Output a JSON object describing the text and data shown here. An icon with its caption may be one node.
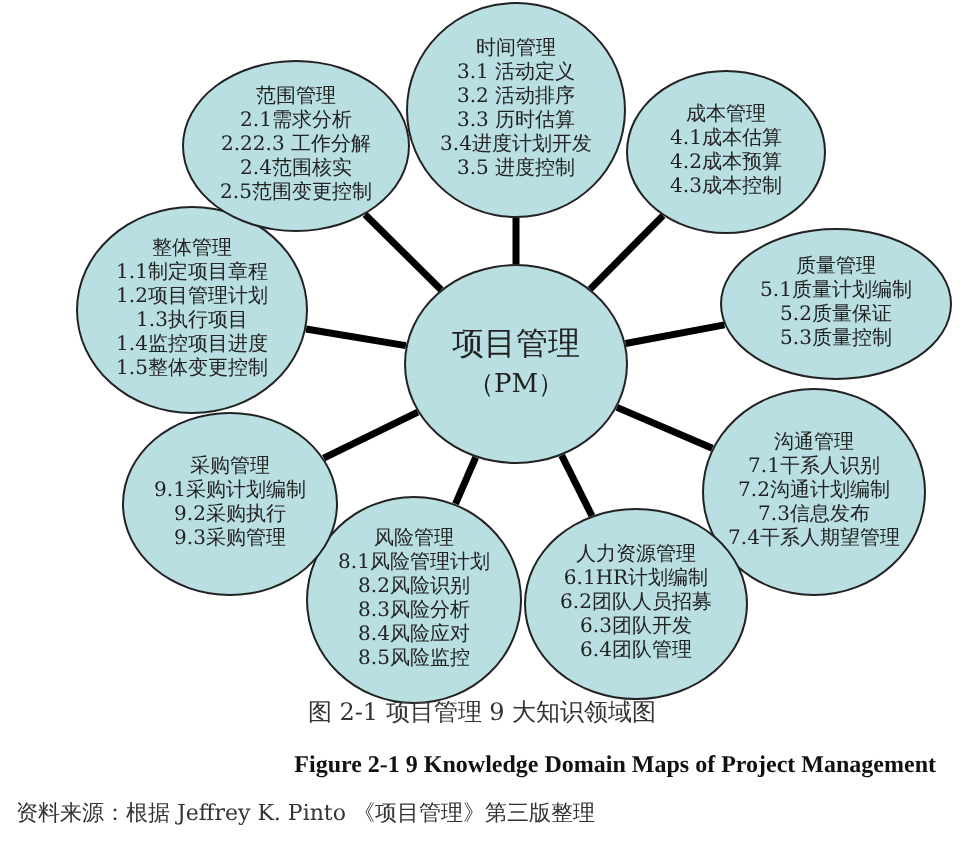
{
  "diagram": {
    "caption": "图 2-1 项目管理 9 大知识领域图",
    "nodes": [
      {
        "text": [
          "项目管理",
          "（PM）"
        ]
      },
      {
        "text": [
          "整体管理",
          "1.1制定项目章程",
          "1.2项目管理计划",
          "1.3执行项目",
          "1.4监控项目进度",
          "1.5整体变更控制"
        ]
      },
      {
        "text": [
          "范围管理",
          "2.1需求分析",
          "2.22.3 工作分解",
          "2.4范围核实",
          "2.5范围变更控制"
        ]
      },
      {
        "text": [
          "时间管理",
          "3.1 活动定义",
          "3.2 活动排序",
          "3.3 历时估算",
          "3.4进度计划开发",
          "3.5 进度控制"
        ]
      },
      {
        "text": [
          "成本管理",
          "4.1成本估算",
          "4.2成本预算",
          "4.3成本控制"
        ]
      },
      {
        "text": [
          "质量管理",
          "5.1质量计划编制",
          "5.2质量保证",
          "5.3质量控制"
        ]
      },
      {
        "text": [
          "沟通管理",
          "7.1干系人识别",
          "7.2沟通计划编制",
          "7.3信息发布",
          "7.4干系人期望管理"
        ]
      },
      {
        "text": [
          "人力资源管理",
          "6.1HR计划编制",
          "6.2团队人员招募",
          "6.3团队开发",
          "6.4团队管理"
        ]
      },
      {
        "text": [
          "风险管理",
          "8.1风险管理计划",
          "8.2风险识别",
          "8.3风险分析",
          "8.4风险应对",
          "8.5风险监控"
        ]
      },
      {
        "text": [
          "采购管理",
          "9.1采购计划编制",
          "9.2采购执行",
          "9.3采购管理"
        ]
      }
    ],
    "edges": [
      {
        "from": 0,
        "to": 1,
        "arrow": "none"
      },
      {
        "from": 0,
        "to": 2,
        "arrow": "none"
      },
      {
        "from": 0,
        "to": 3,
        "arrow": "none"
      },
      {
        "from": 0,
        "to": 4,
        "arrow": "none"
      },
      {
        "from": 0,
        "to": 5,
        "arrow": "none"
      },
      {
        "from": 0,
        "to": 6,
        "arrow": "none"
      },
      {
        "from": 0,
        "to": 7,
        "arrow": "none"
      },
      {
        "from": 0,
        "to": 8,
        "arrow": "none"
      },
      {
        "from": 0,
        "to": 9,
        "arrow": "none"
      }
    ],
    "labels": [
      "Figure 2-1 9 Knowledge Domain Maps of Project Management",
      "资料来源：根据 Jeffrey K. Pinto 《项目管理》第三版整理"
    ]
  }
}
